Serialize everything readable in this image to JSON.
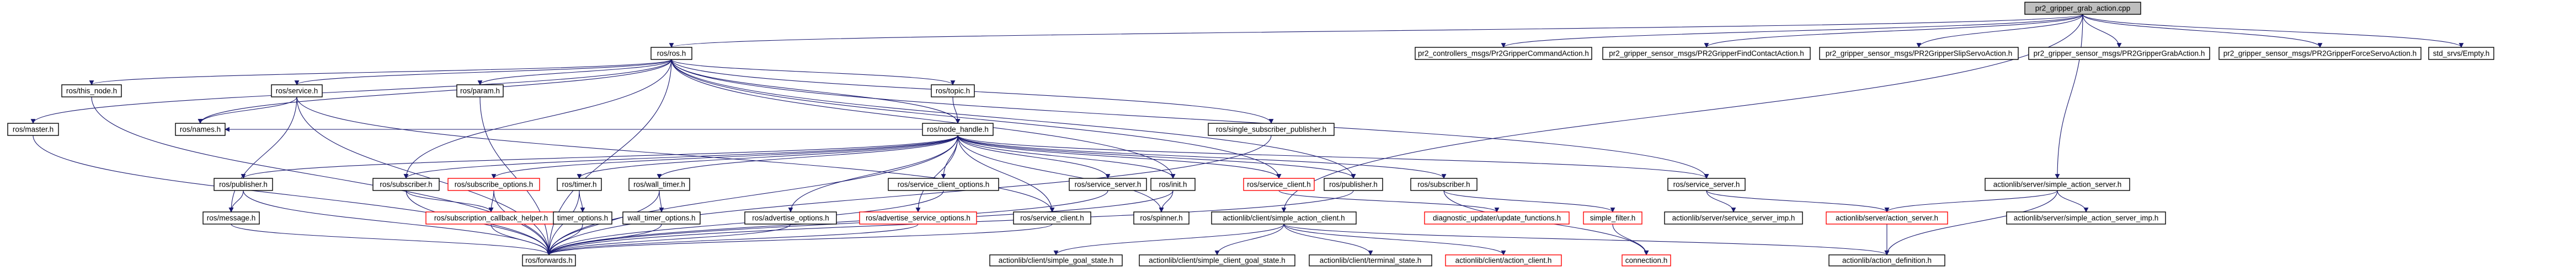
{
  "root": "pr2_gripper_grab_action.cpp",
  "nodes": [
    {
      "id": "root",
      "label": "pr2_gripper_grab_action.cpp"
    },
    {
      "id": "ros_h",
      "label": "ros/ros.h"
    },
    {
      "id": "pr2cmd",
      "label": "pr2_controllers_msgs/Pr2GripperCommandAction.h"
    },
    {
      "id": "findcontact",
      "label": "pr2_gripper_sensor_msgs/PR2GripperFindContactAction.h"
    },
    {
      "id": "slipservo",
      "label": "pr2_gripper_sensor_msgs/PR2GripperSlipServoAction.h"
    },
    {
      "id": "grabaction",
      "label": "pr2_gripper_sensor_msgs/PR2GripperGrabAction.h"
    },
    {
      "id": "forceservo",
      "label": "pr2_gripper_sensor_msgs/PR2GripperForceServoAction.h"
    },
    {
      "id": "empty",
      "label": "std_srvs/Empty.h"
    },
    {
      "id": "thisnode",
      "label": "ros/this_node.h"
    },
    {
      "id": "service",
      "label": "ros/service.h"
    },
    {
      "id": "param",
      "label": "ros/param.h"
    },
    {
      "id": "topic",
      "label": "ros/topic.h"
    },
    {
      "id": "rosmaster",
      "label": "ros/master.h"
    },
    {
      "id": "names",
      "label": "ros/names.h"
    },
    {
      "id": "nodehandle",
      "label": "ros/node_handle.h"
    },
    {
      "id": "singlesubpub",
      "label": "ros/single_subscriber_publisher.h"
    },
    {
      "id": "publisher_l",
      "label": "ros/publisher.h"
    },
    {
      "id": "message",
      "label": "ros/message.h"
    },
    {
      "id": "subscriber_l",
      "label": "ros/subscriber.h"
    },
    {
      "id": "subopts",
      "label": "ros/subscribe_options.h"
    },
    {
      "id": "subcbhelper",
      "label": "ros/subscription_callback_helper.h"
    },
    {
      "id": "timer",
      "label": "ros/timer.h"
    },
    {
      "id": "timeropts",
      "label": "timer_options.h"
    },
    {
      "id": "walltimer",
      "label": "ros/wall_timer.h"
    },
    {
      "id": "walltimeropts",
      "label": "wall_timer_options.h"
    },
    {
      "id": "advsvcopts",
      "label": "ros/advertise_service_options.h"
    },
    {
      "id": "advopts",
      "label": "ros/advertise_options.h"
    },
    {
      "id": "svcclientopts",
      "label": "ros/service_client_options.h"
    },
    {
      "id": "svcclient_h",
      "label": "ros/service_client.h"
    },
    {
      "id": "svcserver",
      "label": "ros/service_server.h"
    },
    {
      "id": "init",
      "label": "ros/init.h"
    },
    {
      "id": "spinner",
      "label": "ros/spinner.h"
    },
    {
      "id": "svcclient_red",
      "label": "ros/service_client.h"
    },
    {
      "id": "publisher_r",
      "label": "ros/publisher.h"
    },
    {
      "id": "subscriber_r",
      "label": "ros/subscriber.h"
    },
    {
      "id": "forwards",
      "label": "ros/forwards.h"
    },
    {
      "id": "simpleactionclient",
      "label": "actionlib/client/simple_action_client.h"
    },
    {
      "id": "diagupdater",
      "label": "diagnostic_updater/update_functions.h"
    },
    {
      "id": "simplefilter",
      "label": "simple_filter.h"
    },
    {
      "id": "connection",
      "label": "connection.h"
    },
    {
      "id": "rosservicesrv",
      "label": "ros/service_server.h"
    },
    {
      "id": "svcsrvimp",
      "label": "actionlib/server/service_server_imp.h"
    },
    {
      "id": "simpleactionserver",
      "label": "actionlib/server/simple_action_server.h"
    },
    {
      "id": "actionserver",
      "label": "actionlib/server/action_server.h"
    },
    {
      "id": "simpleactionserverimp",
      "label": "actionlib/server/simple_action_server_imp.h"
    },
    {
      "id": "actiondefinition",
      "label": "actionlib/action_definition.h"
    },
    {
      "id": "simplegoalstate",
      "label": "actionlib/client/simple_goal_state.h"
    },
    {
      "id": "simpleclientgoalstate",
      "label": "actionlib/client/simple_client_goal_state.h"
    },
    {
      "id": "terminalstate",
      "label": "actionlib/client/terminal_state.h"
    },
    {
      "id": "actionclient",
      "label": "actionlib/client/action_client.h"
    }
  ],
  "edges": [
    [
      "root",
      "ros_h"
    ],
    [
      "root",
      "pr2cmd"
    ],
    [
      "root",
      "findcontact"
    ],
    [
      "root",
      "slipservo"
    ],
    [
      "root",
      "grabaction"
    ],
    [
      "root",
      "forceservo"
    ],
    [
      "root",
      "empty"
    ],
    [
      "root",
      "simpleactionclient"
    ],
    [
      "root",
      "simpleactionserver"
    ],
    [
      "ros_h",
      "thisnode"
    ],
    [
      "ros_h",
      "service"
    ],
    [
      "ros_h",
      "param"
    ],
    [
      "ros_h",
      "topic"
    ],
    [
      "ros_h",
      "rosmaster"
    ],
    [
      "ros_h",
      "names"
    ],
    [
      "ros_h",
      "nodehandle"
    ],
    [
      "ros_h",
      "singlesubpub"
    ],
    [
      "ros_h",
      "subscriber_l"
    ],
    [
      "ros_h",
      "svcclient_red"
    ],
    [
      "ros_h",
      "publisher_r"
    ],
    [
      "ros_h",
      "init"
    ],
    [
      "ros_h",
      "rosservicesrv"
    ],
    [
      "ros_h",
      "forwards"
    ],
    [
      "thisnode",
      "forwards"
    ],
    [
      "rosmaster",
      "forwards"
    ],
    [
      "service",
      "names"
    ],
    [
      "service",
      "forwards"
    ],
    [
      "service",
      "message"
    ],
    [
      "service",
      "svcclient_h"
    ],
    [
      "param",
      "forwards"
    ],
    [
      "topic",
      "nodehandle"
    ],
    [
      "nodehandle",
      "names"
    ],
    [
      "nodehandle",
      "publisher_l"
    ],
    [
      "nodehandle",
      "subscriber_l"
    ],
    [
      "nodehandle",
      "subopts"
    ],
    [
      "nodehandle",
      "timer"
    ],
    [
      "nodehandle",
      "walltimer"
    ],
    [
      "nodehandle",
      "advsvcopts"
    ],
    [
      "nodehandle",
      "advopts"
    ],
    [
      "nodehandle",
      "svcclientopts"
    ],
    [
      "nodehandle",
      "svcclient_h"
    ],
    [
      "nodehandle",
      "svcserver"
    ],
    [
      "nodehandle",
      "init"
    ],
    [
      "nodehandle",
      "spinner"
    ],
    [
      "nodehandle",
      "svcclient_red"
    ],
    [
      "nodehandle",
      "publisher_r"
    ],
    [
      "nodehandle",
      "subscriber_r"
    ],
    [
      "nodehandle",
      "rosservicesrv"
    ],
    [
      "nodehandle",
      "forwards"
    ],
    [
      "singlesubpub",
      "forwards"
    ],
    [
      "publisher_l",
      "message"
    ],
    [
      "publisher_l",
      "forwards"
    ],
    [
      "message",
      "forwards"
    ],
    [
      "subscriber_l",
      "subcbhelper"
    ],
    [
      "subscriber_l",
      "forwards"
    ],
    [
      "subopts",
      "subcbhelper"
    ],
    [
      "subopts",
      "forwards"
    ],
    [
      "subcbhelper",
      "forwards"
    ],
    [
      "timer",
      "timeropts"
    ],
    [
      "timer",
      "forwards"
    ],
    [
      "timeropts",
      "forwards"
    ],
    [
      "walltimer",
      "walltimeropts"
    ],
    [
      "walltimer",
      "forwards"
    ],
    [
      "walltimeropts",
      "forwards"
    ],
    [
      "advsvcopts",
      "forwards"
    ],
    [
      "advopts",
      "forwards"
    ],
    [
      "svcclientopts",
      "forwards"
    ],
    [
      "svcclient_h",
      "forwards"
    ],
    [
      "svcserver",
      "forwards"
    ],
    [
      "init",
      "spinner"
    ],
    [
      "init",
      "forwards"
    ],
    [
      "svcclient_red",
      "diagupdater"
    ],
    [
      "publisher_r",
      "forwards"
    ],
    [
      "subscriber_r",
      "simplefilter"
    ],
    [
      "subscriber_r",
      "connection"
    ],
    [
      "simplefilter",
      "connection"
    ],
    [
      "rosservicesrv",
      "svcsrvimp"
    ],
    [
      "rosservicesrv",
      "actionserver"
    ],
    [
      "simpleactionclient",
      "simplegoalstate"
    ],
    [
      "simpleactionclient",
      "simpleclientgoalstate"
    ],
    [
      "simpleactionclient",
      "terminalstate"
    ],
    [
      "simpleactionclient",
      "actionclient"
    ],
    [
      "simpleactionclient",
      "actiondefinition"
    ],
    [
      "simpleactionserver",
      "actionserver"
    ],
    [
      "simpleactionserver",
      "simpleactionserverimp"
    ],
    [
      "simpleactionserver",
      "actiondefinition"
    ],
    [
      "actionserver",
      "actiondefinition"
    ]
  ],
  "colors": {
    "edge": "#191970",
    "root_fill": "#bfbfbf",
    "node_border": "#000000",
    "truncated_border": "#ff0000"
  }
}
